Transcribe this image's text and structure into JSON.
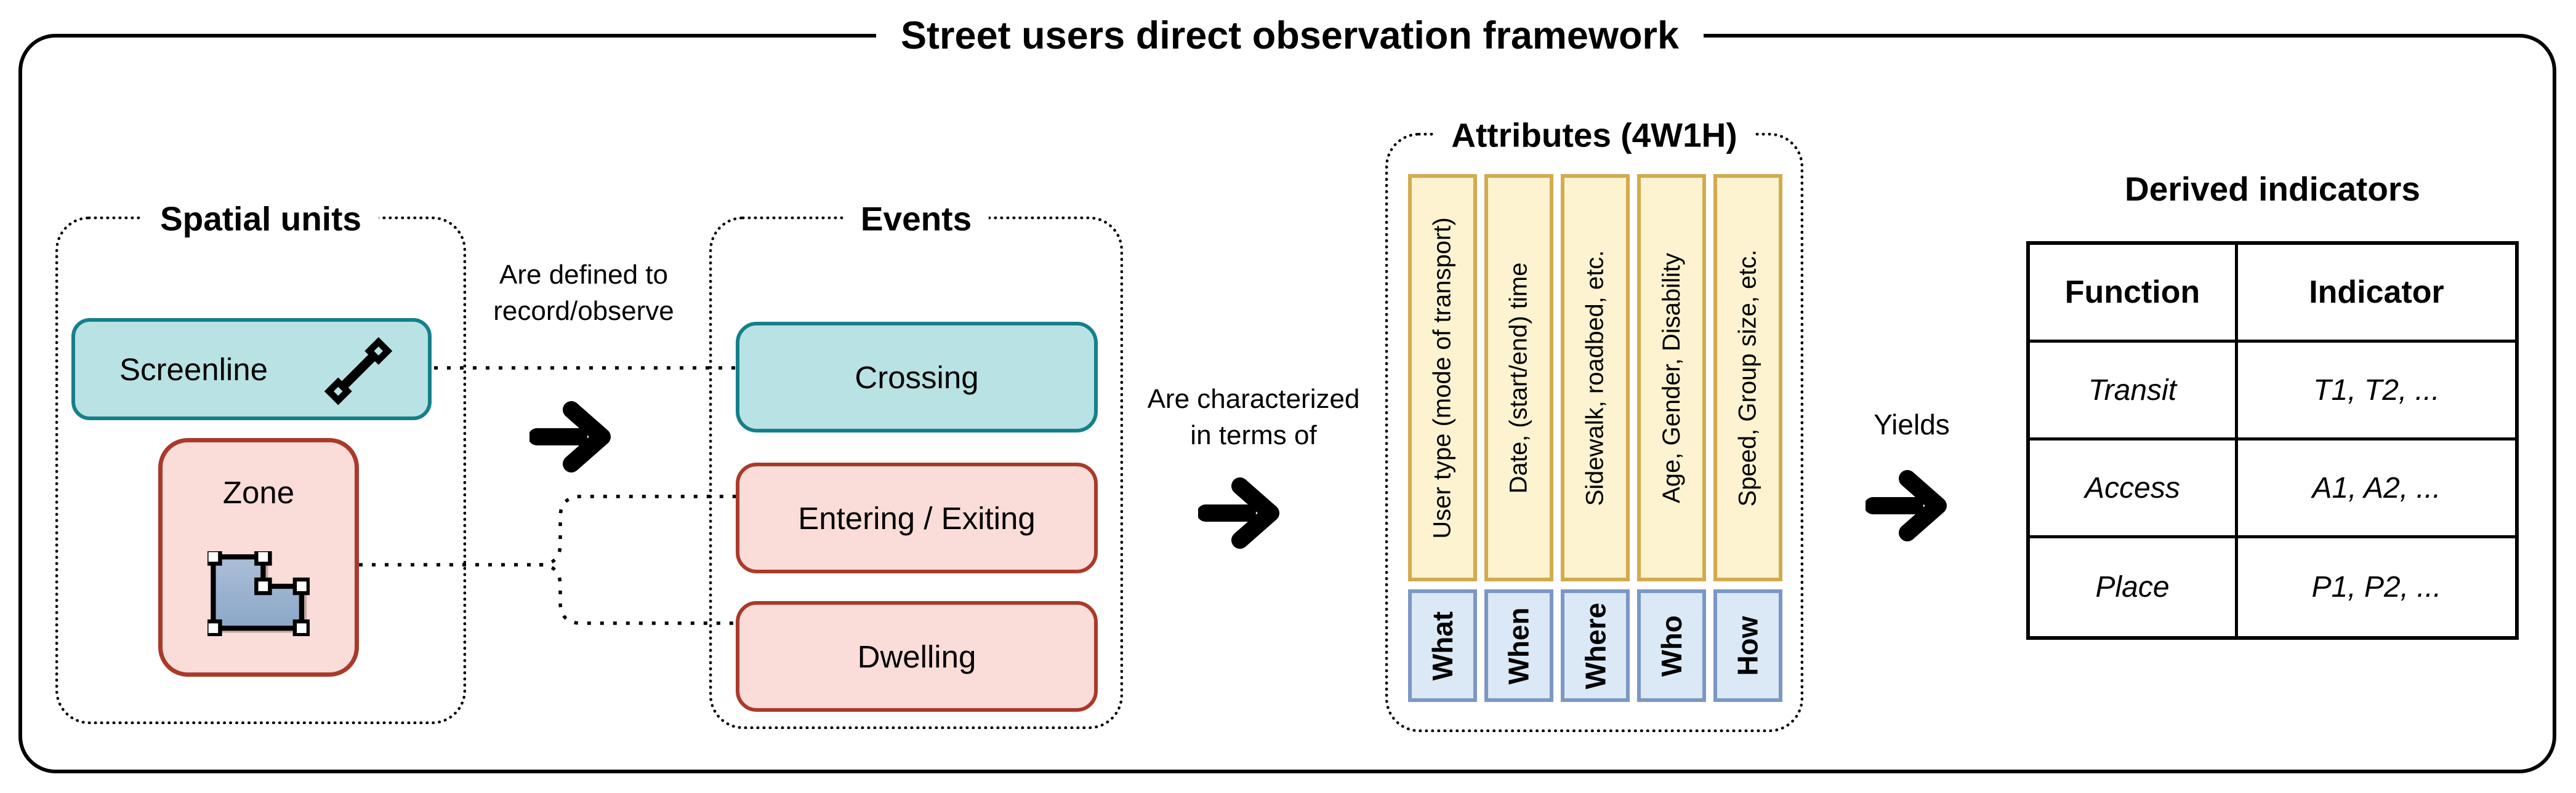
{
  "diagram_title": "Street users direct observation framework",
  "spatial_units": {
    "title": "Spatial units",
    "screenline": {
      "label": "Screenline",
      "icon": "screenline-segment-icon"
    },
    "zone": {
      "label": "Zone",
      "icon": "zone-polygon-icon"
    }
  },
  "link_spatial_to_events": {
    "label_line1": "Are defined to",
    "label_line2": "record/observe",
    "icon": "arrow-right-icon"
  },
  "events": {
    "title": "Events",
    "items": [
      {
        "label": "Crossing",
        "style": "teal"
      },
      {
        "label": "Entering / Exiting",
        "style": "pink"
      },
      {
        "label": "Dwelling",
        "style": "pink"
      }
    ]
  },
  "link_events_to_attributes": {
    "label_line1": "Are characterized",
    "label_line2": "in terms of",
    "icon": "arrow-right-icon"
  },
  "attributes": {
    "title": "Attributes (4W1H)",
    "columns": [
      {
        "attribute": "User type (mode of transport)",
        "question": "What"
      },
      {
        "attribute": "Date, (start/end) time",
        "question": "When"
      },
      {
        "attribute": "Sidewalk, roadbed, etc.",
        "question": "Where"
      },
      {
        "attribute": "Age, Gender, Disability",
        "question": "Who"
      },
      {
        "attribute": "Speed, Group size, etc.",
        "question": "How"
      }
    ]
  },
  "link_attributes_to_indicators": {
    "label": "Yields",
    "icon": "arrow-right-icon"
  },
  "derived_indicators": {
    "title": "Derived indicators",
    "headers": [
      "Function",
      "Indicator"
    ],
    "rows": [
      [
        "Transit",
        "T1, T2, ..."
      ],
      [
        "Access",
        "A1, A2, ..."
      ],
      [
        "Place",
        "P1, P2, ..."
      ]
    ]
  },
  "colors": {
    "teal_fill": "#b9e2e4",
    "teal_border": "#15808a",
    "pink_fill": "#fadcd8",
    "red_border": "#a93a2a",
    "yellow_fill": "#fdf3d0",
    "yellow_border": "#d2ab4d",
    "blue_fill": "#dbe8f6",
    "blue_border": "#7b97c5",
    "polygon_fill": "#93abc9",
    "line_color": "#000000"
  }
}
